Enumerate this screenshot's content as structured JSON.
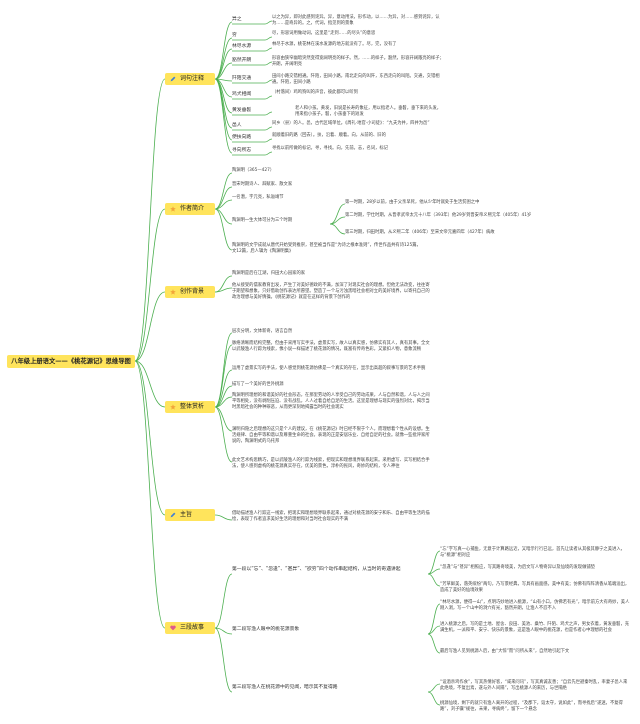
{
  "root": "八年级上册语文——《桃花源记》思维导图",
  "categories": [
    {
      "id": "ciyu",
      "label": "词句注释",
      "icon": "pencil-icon"
    },
    {
      "id": "zuozhe",
      "label": "作者简介",
      "icon": "star-icon"
    },
    {
      "id": "beijing",
      "label": "创作背景",
      "icon": "star-icon"
    },
    {
      "id": "shangxi",
      "label": "整体赏析",
      "icon": "star-icon"
    },
    {
      "id": "zhuzhi",
      "label": "主旨",
      "icon": "pencil-icon"
    },
    {
      "id": "sanjie",
      "label": "三段故事",
      "icon": "heart-icon"
    }
  ],
  "ciyu": [
    {
      "term": "异之",
      "def": "以之为异，即对此感到诧异。异，意动用法，形作动，以……为异，对……感到诧异，认为……是奇异的。之，代词，指见到的景象"
    },
    {
      "term": "穷",
      "def": "尽，形容词用做动词，这里是“走到……的尽头”的意思"
    },
    {
      "term": "林尽水源",
      "def": "林尽于水源，桃花林在溪水发源的地方就没有了。尽，完，没有了"
    },
    {
      "term": "豁然开朗",
      "def": "形容由狭窄幽暗突然变得宽阔明亮的样子。然，……的样子。豁然，形容开阔敞亮的样子；开朗，开阔明亮"
    },
    {
      "term": "阡陌交通",
      "def": "田间小路交错相通。阡陌，田间小路，南北走向的叫阡，东西走向的叫陌。交通，交错相通。阡陌，田间小路"
    },
    {
      "term": "鸡犬相闻",
      "def": "（村落间）鸡鸣狗叫的声音，彼此都可以听到"
    },
    {
      "term": "黄发垂髫",
      "def": "老人和小孩。黄发，旧说是长寿的象征，用以指老人。垂髫，垂下来的头发，用来指小孩子。髫，小孩垂下的短发"
    },
    {
      "term": "邑人",
      "def": "同乡（县）的人。邑，古代区域单位。《周礼·地官·小司徒》：“九夫为井，四井为邑”"
    },
    {
      "term": "便扶向路",
      "def": "就顺着旧的路（回去）。扶，沿着、顺着。向，从前的、旧的"
    },
    {
      "term": "寻向所志",
      "def": "寻找以前所做的标记。寻，寻找。向，先前。志，名词，标记"
    }
  ],
  "zuozhe": {
    "items": [
      "陶渊明（365—427）",
      "晋宋时期诗人、辞赋家、散文家",
      "一名潜，字元亮，私谥靖节"
    ],
    "threeHeader": "陶渊明一生大体可分为三个时期",
    "three": [
      "第一时期，28岁以前，由于父亲早死，他从少年时就处于生活贫困之中",
      "第二时期，学仕时期，从晋孝武帝太元十八年（393年）他29岁到晋安帝义熙元年（405年）41岁",
      "第三时期，归田时期，从义熙二年（406年）至宋文帝元嘉四年（427年）病故"
    ],
    "note": "陶渊明的文学成就从唐代开始受到推崇，甚至被当作是“为诗之根本准则”，传世作品共有诗125篇，文12篇，后人辑为《陶渊明集》"
  },
  "beijing": [
    "陶渊明是后在江湖，归田大心园家的家",
    "他从接受的儒家教育出发，产生了对美好德政的不满，加深了对现实社会的理想。但他无法改变，往往寄于期望和想象，只好借助创作表达所愿望。塑造了一个与污浊黑暗社会相对立的美好境界，以寄托自己的政治理想与美好情操。《桃花源记》就是在这样的背景下创作的"
  ],
  "shangxi": [
    "层次分明，文体新奇，语言自然",
    "脉络清晰而结构完整。但由于采用写实手法，虚景实写，故人以真实感，仿佛实有其人，真有其事。全文以武陵渔人行踪为线索，像小说一样描述了桃花源的情况，既富有传奇色彩，又紧扣人物，意象流畅",
    "运用了虚景实写的手法，使人感觉到桃花源仿佛是一个真实的存在，显示出高超的叙事写景的艺术手腕",
    "描写了一个美好的世外桃源",
    "陶渊明所理想的和谐美好的社会形态，在那里劳动的人享受自己的劳动成果，人与自然和谐，人与人之间平等相处，没有剥削压迫、没有战乱，人人过着自给自足的生活。这里是理想与现实的强烈对比，揭示当时黑暗社会的种种罪恶，从而更深刻地揭露当时的社会现实",
    "渊明归隐之后理想的这只是个人的建议，在《桃花源记》时已经不限于个人，而理想着个性从的设想。生活规律、自由平等和谐以及尊重生命的社会。表现的正是安居乐业、自给自足的社会。就像一些批评家所说的，陶渊明式的乌托邦",
    "此文艺术构思精巧，是以武陵渔人的行踪为线索，把现实和理想境界联系起来。采用虚写、实写相结合手法，使人感到虚构的桃花源真实存在，优美的景色，淳朴的民风，奇妙的结构，令人神往"
  ],
  "zhuzhi": "借助描述渔人行踪这一线索，把现实和理想境界联系起来，通过对桃花源的安宁和乐、自由平等生活的描绘，表现了作者追求美好生活的理想和对当时社会现实的不满",
  "sanjie": [
    {
      "label": "第一段以“忘”、“忽逢”、“甚异”、“欲穷”四个动作串起结构，从当时的奇遇讲起",
      "items": [
        "“忘”字写真一心捕鱼，无意于计算路远近，又暗示行行已远，首先让读者从其极其静宁之美进入，与“桃源”相对应",
        "“忽逢”与“甚异”相照应，写其路奇境美，为后文写人物奇异以及仙境的发现做铺垫",
        "“芳草鲜美，落英缤纷”两句，乃写景经典，写具有画面感。美中有美；仿佛有阵阵清香从笔端溢出，造成了美好的仙境效果"
      ]
    },
    {
      "label": "第二段写渔人眼中的桃花源景象",
      "items": [
        "“林尽水源，便得一山”，点明巧妙地进入桃源，“山有小口，仿佛若有光”，暗示前方大有奇妙，美人刚入洞，写一个山中的洞穴有光，豁然开朗，让渔人不忍不入",
        "进入桃源之后，写的是土地、屋舍、良田、美池、桑竹、阡陌、鸡犬之声，男女衣着，黄发垂髫，充满生机，一派和平、安宁、快乐的景象，这是渔人眼中的桃花源，也是作者心中理想的社会",
        "最后写渔人见到桃源人后，由“大惊”而“问所从来”，自然地引起下文"
      ]
    },
    {
      "label": "第三段写渔人在桃花源中的见闻，暗示其不复得路",
      "items": [
        "“设酒杀鸡作食”，写其热情好客，“咸来问讯”，写其真诚友善；“自云先世避秦时乱，率妻子邑人来此绝境，不复出焉，遂与外人间隔”，写出桃源人的来历，与世隔绝",
        "桃源仙境，剩下的就只有渔人离开的过程，“及郡下，诣太守，说如此”，而寻找后“遂迷，不复得路”，刘子骥“规往，未果，寻病终”，留下一个悬念"
      ]
    }
  ]
}
